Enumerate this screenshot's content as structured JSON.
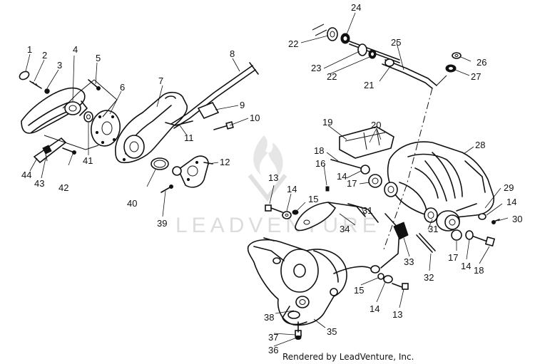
{
  "watermark": {
    "brand": "LEADVENTURE"
  },
  "footer": {
    "credit": "Rendered by LeadVenture, Inc."
  },
  "callouts": {
    "c1": "1",
    "c2": "2",
    "c3": "3",
    "c4": "4",
    "c5": "5",
    "c6": "6",
    "c7": "7",
    "c8": "8",
    "c9": "9",
    "c10": "10",
    "c11": "11",
    "c12": "12",
    "c13a": "13",
    "c13b": "13",
    "c14a": "14",
    "c14b": "14",
    "c14c": "14",
    "c14d": "14",
    "c14e": "14",
    "c15a": "15",
    "c15b": "15",
    "c16": "16",
    "c17a": "17",
    "c17b": "17",
    "c18a": "18",
    "c18b": "18",
    "c19": "19",
    "c20": "20",
    "c21": "21",
    "c22a": "22",
    "c22b": "22",
    "c23": "23",
    "c24": "24",
    "c25": "25",
    "c26": "26",
    "c27": "27",
    "c28": "28",
    "c29": "29",
    "c30": "30",
    "c31a": "31",
    "c31b": "31",
    "c32": "32",
    "c33": "33",
    "c34": "34",
    "c35": "35",
    "c36": "36",
    "c37": "37",
    "c38": "38",
    "c39": "39",
    "c40": "40",
    "c41": "41",
    "c42": "42",
    "c43": "43",
    "c44": "44"
  }
}
